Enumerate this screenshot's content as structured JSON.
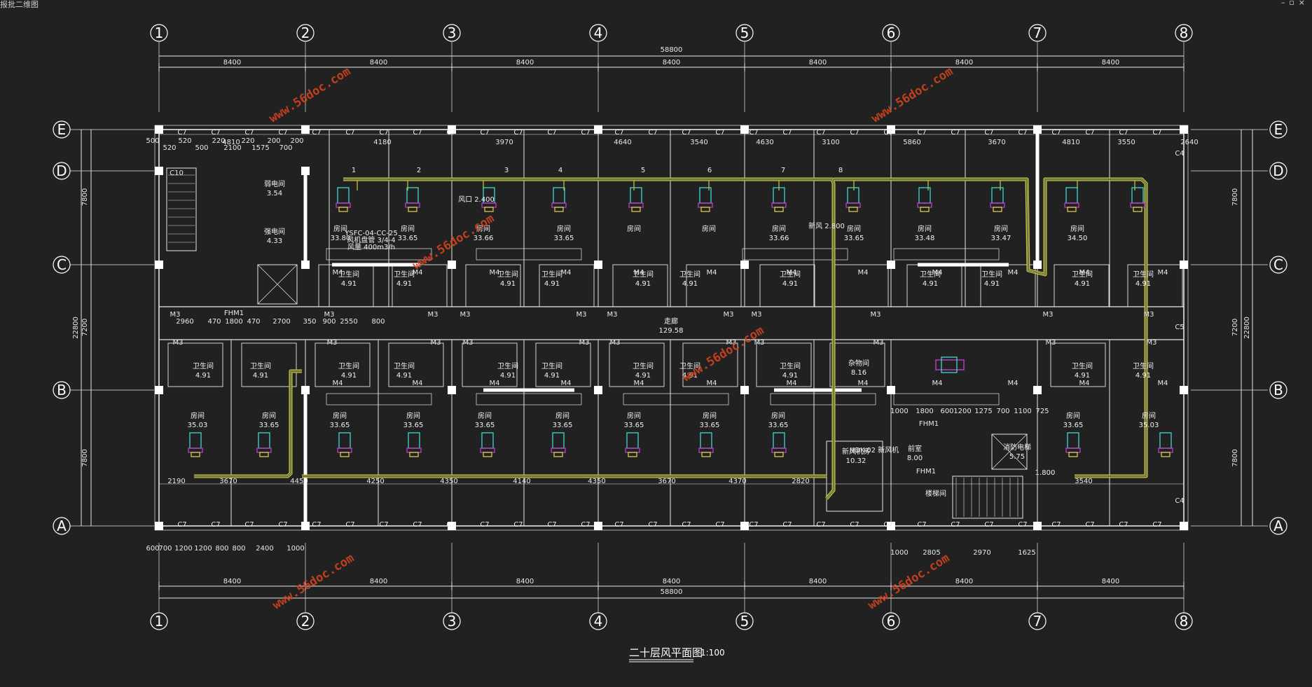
{
  "window": {
    "title": "报批二维图",
    "controls": [
      "–",
      "▫",
      "×"
    ]
  },
  "drawing": {
    "title": "二十层风平面图",
    "scale": "1:100",
    "overall_width_dim": "58800",
    "bay_dims": [
      "8400",
      "8400",
      "8400",
      "8400",
      "8400",
      "8400",
      "8400"
    ],
    "column_axes": [
      "1",
      "2",
      "3",
      "4",
      "5",
      "6",
      "7",
      "8"
    ],
    "row_axes": [
      "E",
      "D",
      "C",
      "B",
      "A"
    ],
    "row_dims": [
      "7800",
      "7200",
      "7800"
    ],
    "overall_depth_dim": "22800",
    "top_detail_dims": [
      "4810",
      "4180",
      "3970",
      "4640",
      "3540",
      "4630",
      "3100",
      "5860",
      "3670",
      "4810",
      "3550",
      "2640"
    ],
    "bottom_detail_dims": [
      "2190",
      "3670",
      "4450",
      "4250",
      "4350",
      "4140",
      "4350",
      "3670",
      "4370",
      "2820",
      "3540"
    ],
    "stair_dims": [
      "500",
      "520",
      "520",
      "500",
      "220",
      "2100",
      "220",
      "1575",
      "200",
      "700",
      "200"
    ],
    "lower_left_dims": [
      "600",
      "700",
      "1200",
      "1200",
      "800",
      "800",
      "2400",
      "1000"
    ],
    "lower_right_dims": [
      "1000",
      "2805",
      "2970",
      "1625"
    ],
    "corridor_dims": [
      "2960",
      "470",
      "1800",
      "470",
      "2700",
      "350",
      "900",
      "2550",
      "800"
    ],
    "lobby_dims": [
      "1000",
      "1800",
      "600",
      "1200",
      "1275",
      "700",
      "1100",
      "725"
    ],
    "room_numbers": [
      "1",
      "2",
      "3",
      "4",
      "5",
      "6",
      "7",
      "8"
    ],
    "window_tag": "C7",
    "door_tags": [
      "M3",
      "M4",
      "FHM1",
      "C4",
      "C5",
      "C10"
    ],
    "rooms_top": [
      {
        "label": "房间",
        "area": "33.80"
      },
      {
        "label": "房间",
        "area": "33.65"
      },
      {
        "label": "房间",
        "area": "33.66"
      },
      {
        "label": "房间",
        "area": "33.65"
      },
      {
        "label": "房间",
        "area": ""
      },
      {
        "label": "房间",
        "area": ""
      },
      {
        "label": "房间",
        "area": "33.66"
      },
      {
        "label": "房间",
        "area": "33.65"
      },
      {
        "label": "房间",
        "area": "33.48"
      },
      {
        "label": "房间",
        "area": "33.47"
      },
      {
        "label": "房间",
        "area": "34.50"
      }
    ],
    "rooms_bottom": [
      {
        "label": "房间",
        "area": "35.03"
      },
      {
        "label": "房间",
        "area": "33.65"
      },
      {
        "label": "房间",
        "area": "33.65"
      },
      {
        "label": "房间",
        "area": "33.65"
      },
      {
        "label": "房间",
        "area": "33.65"
      },
      {
        "label": "房间",
        "area": "33.65"
      },
      {
        "label": "房间",
        "area": "33.65"
      },
      {
        "label": "房间",
        "area": "33.65"
      },
      {
        "label": "房间",
        "area": "33.65"
      },
      {
        "label": "房间",
        "area": "33.65"
      },
      {
        "label": "房间",
        "area": "35.03"
      }
    ],
    "wc_label": "卫生间",
    "wc_area": "4.91",
    "corridor": {
      "label": "走廊",
      "area": "129.58"
    },
    "special_rooms": {
      "weak_current": {
        "label": "弱电间",
        "area": "3.54"
      },
      "strong_current": {
        "label": "强电间",
        "area": "4.33"
      },
      "storage": {
        "label": "杂物间",
        "area": "8.16"
      },
      "fresh_air": {
        "label": "新风机房",
        "area": "10.32"
      },
      "shaft": {
        "label": "前室",
        "area": "8.00"
      },
      "fire_elevator": {
        "label": "消防电梯",
        "area": "5.75"
      },
      "fire_stair": {
        "label": "楼梯间",
        "area": ""
      }
    },
    "duct_notes": [
      "YSFC-04-CC-25",
      "风机盘管 3/4-4",
      "风量 400m3/h",
      "风口 2.400",
      "新风 2.800",
      "HDK-02 新风机",
      "1.800"
    ],
    "watermark": "www.56doc.com",
    "colors": {
      "background": "#212121",
      "line": "#e6e6e6",
      "duct_outer": "#c8cf43",
      "duct_inner": "#e9ec8a",
      "fcu_cyan": "#3fd8d0",
      "fcu_magenta": "#c03bc8",
      "fcu_yellow": "#e4d84a",
      "watermark": "#d4431e",
      "column": "#ffffff"
    }
  }
}
